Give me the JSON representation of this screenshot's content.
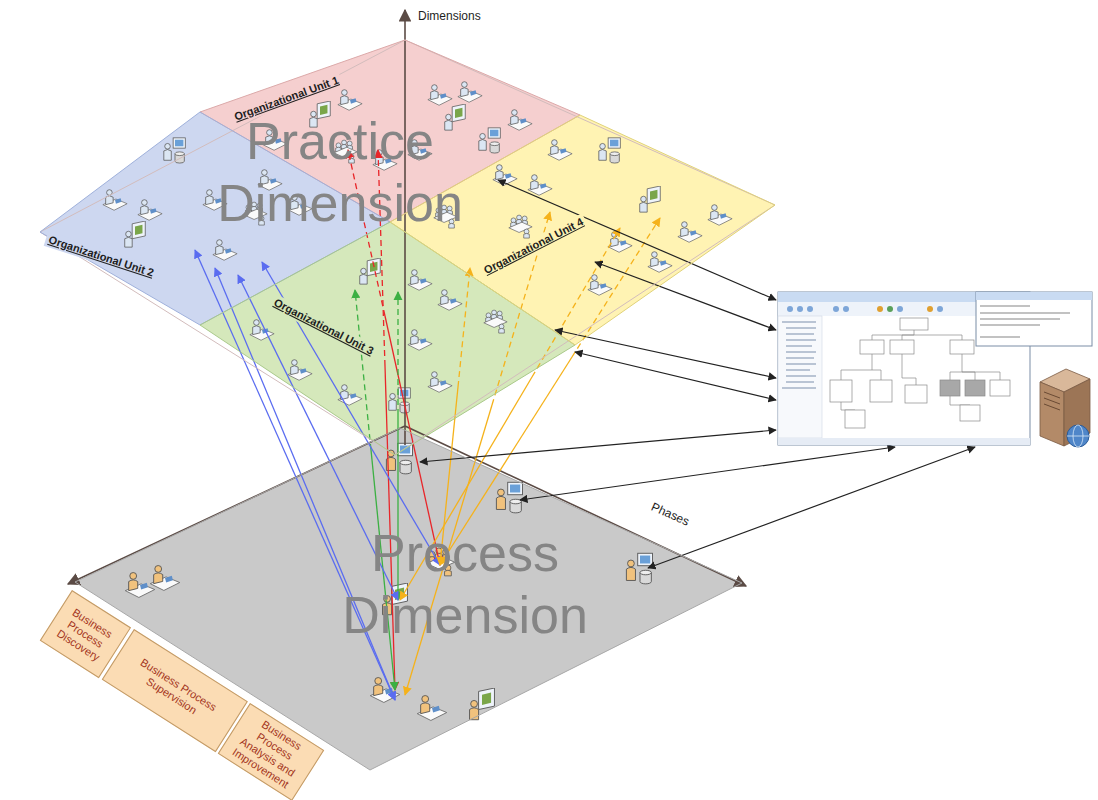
{
  "diagram": {
    "nodes": [
      {
        "text": [
          "Practice Dimension"
        ]
      },
      {
        "text": [
          "Organizational Unit 1"
        ],
        "in": 0
      },
      {
        "text": [
          "Organizational Unit 2"
        ],
        "in": 0
      },
      {
        "text": [
          "Organizational Unit 3"
        ],
        "in": 0
      },
      {
        "text": [
          "Organizational Unit 4"
        ],
        "in": 0
      },
      {
        "text": [
          "Process Dimension"
        ]
      },
      {
        "text": [
          "Business Process Discovery"
        ]
      },
      {
        "text": [
          "Business Process Supervision"
        ]
      },
      {
        "text": [
          "Business Process Analysis and Improvement"
        ]
      }
    ],
    "labels": [
      "Dimensions",
      "Phases"
    ]
  }
}
